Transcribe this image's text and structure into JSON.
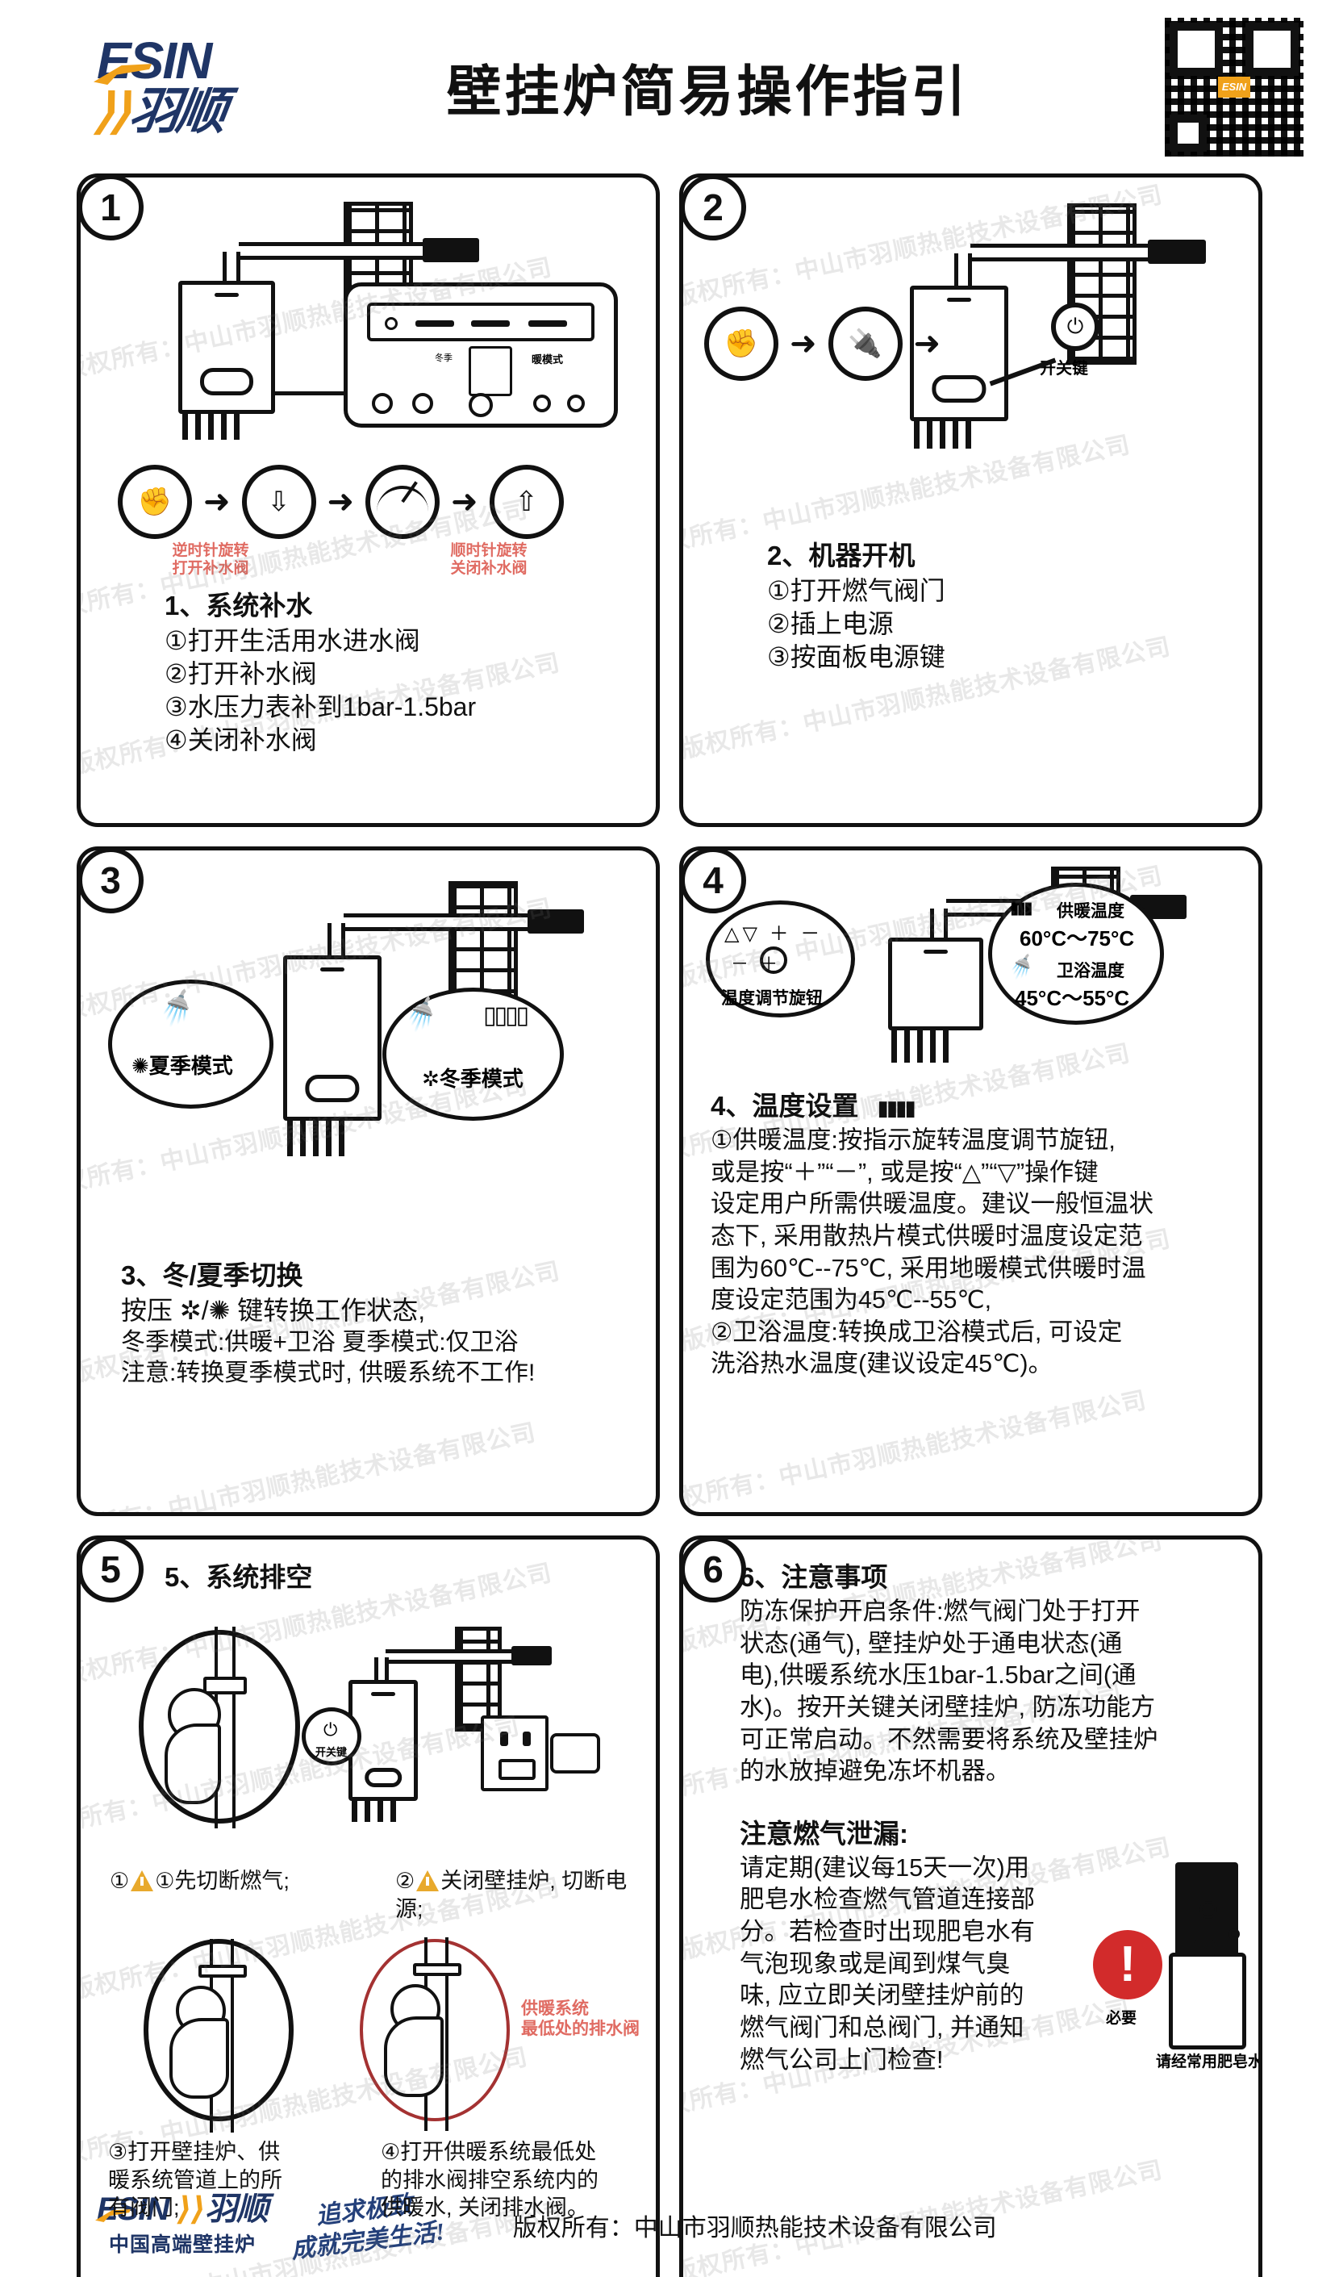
{
  "header": {
    "brand_en": "ESIN",
    "brand_cn": "羽顺",
    "title": "壁挂炉简易操作指引",
    "qr_label": "ESIN",
    "qr_name": "qr-code"
  },
  "panels": [
    {
      "number": "1",
      "red_note_left": "逆时针旋转\n打开补水阀",
      "red_note_left_l1": "逆时针旋转",
      "red_note_left_l2": "打开补水阀",
      "red_note_right_l1": "顺时针旋转",
      "red_note_right_l2": "关闭补水阀",
      "title": "1、系统补水",
      "steps": [
        "①打开生活用水进水阀",
        "②打开补水阀",
        "③水压力表补到1bar-1.5bar",
        "④关闭补水阀"
      ]
    },
    {
      "number": "2",
      "switch_label": "开关键",
      "title": "2、机器开机",
      "steps": [
        "①打开燃气阀门",
        "②插上电源",
        "③按面板电源键"
      ]
    },
    {
      "number": "3",
      "summer_label": "夏季模式",
      "winter_label": "冬季模式",
      "title": "3、冬/夏季切换",
      "lines": [
        "按压  ✲/✺   键转换工作状态,",
        "冬季模式:供暖+卫浴  夏季模式:仅卫浴",
        "注意:转换夏季模式时, 供暖系统不工作!"
      ]
    },
    {
      "number": "4",
      "knob_symbols": "△▽  ＋ －",
      "knob_symbols_2": "－        ＋",
      "knob_label": "温度调节旋钮",
      "heat_label": "供暖温度",
      "heat_range": "60°C〜75°C",
      "bath_label": "卫浴温度",
      "bath_range": "45°C〜55°C",
      "title": "4、温度设置",
      "lines": [
        "①供暖温度:按指示旋转温度调节旋钮,",
        "或是按“＋”“－”, 或是按“△”“▽”操作键",
        "设定用户所需供暖温度。建议一般恒温状",
        "态下, 采用散热片模式供暖时温度设定范",
        "围为60℃--75℃, 采用地暖模式供暖时温",
        "度设定范围为45℃--55℃,",
        "②卫浴温度:转换成卫浴模式后, 可设定",
        "洗浴热水温度(建议设定45℃)。"
      ]
    },
    {
      "number": "5",
      "title": "5、系统排空",
      "switch_label": "开关键",
      "caption_1": "①先切断燃气;",
      "caption_2": "关闭壁挂炉, 切断电源;",
      "caption_2_num": "②",
      "red_note_l1": "供暖系统",
      "red_note_l2": "最低处的排水阀",
      "caption_3": "③打开壁挂炉、供\n暖系统管道上的所\n有阀门;",
      "caption_3_l1": "③打开壁挂炉、供",
      "caption_3_l2": "暖系统管道上的所",
      "caption_3_l3": "有阀门;",
      "caption_4_l1": "④打开供暖系统最低处",
      "caption_4_l2": "的排水阀排空系统内的",
      "caption_4_l3": "供暖水, 关闭排水阀。"
    },
    {
      "number": "6",
      "title": "6、注意事项",
      "para1": [
        "防冻保护开启条件:燃气阀门处于打开",
        "状态(通气), 壁挂炉处于通电状态(通",
        "电),供暖系统水压1bar-1.5bar之间(通",
        "水)。按开关键关闭壁挂炉, 防冻功能方",
        "可正常启动。不然需要将系统及壁挂炉",
        "的水放掉避免冻坏机器。"
      ],
      "subtitle": "注意燃气泄漏:",
      "para2": [
        "请定期(建议每15天一次)用",
        "肥皂水检查燃气管道连接部",
        "分。若检查时出现肥皂水有",
        "气泡现象或是闻到煤气臭",
        "味, 应立即关闭壁挂炉前的",
        "燃气阀门和总阀门, 并通知",
        "燃气公司上门检查!"
      ],
      "must_label": "必要",
      "soap_caption": "请经常用肥皂水检查"
    }
  ],
  "footer": {
    "brand_en": "ESIN",
    "brand_cn": "羽顺",
    "sub": "中国高端壁挂炉",
    "slogan_l1": "追求极致",
    "slogan_l2": "成就完美生活!",
    "copyright": "版权所有：中山市羽顺热能技术设备有限公司"
  },
  "watermark": {
    "text": "版权所有：中山市羽顺热能技术设备有限公司"
  },
  "colors": {
    "brand_blue": "#1f3566",
    "brand_orange": "#f0a11a",
    "red_note": "#e06b62",
    "alert_red": "#d22b2b",
    "warn_yellow": "#e8a92c"
  }
}
